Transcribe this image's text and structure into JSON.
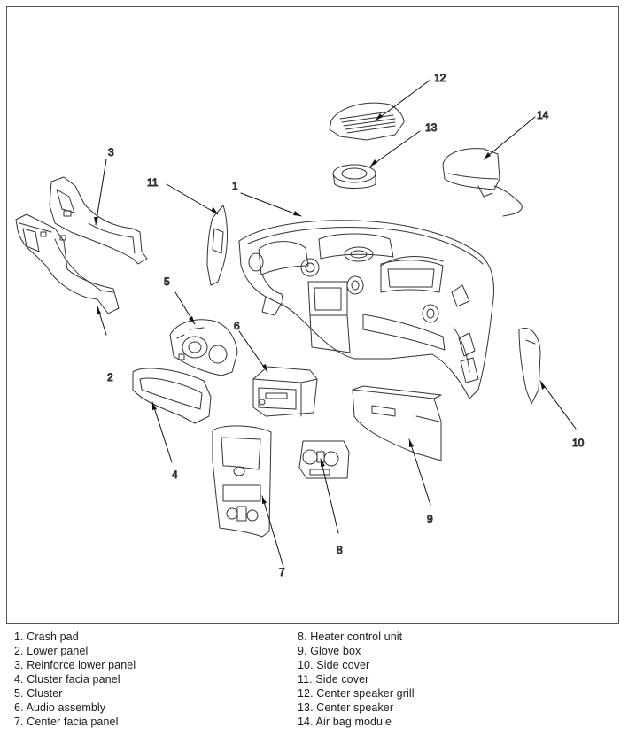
{
  "diagram": {
    "callouts": [
      "1",
      "2",
      "3",
      "4",
      "5",
      "6",
      "7",
      "8",
      "9",
      "10",
      "11",
      "12",
      "13",
      "14"
    ]
  },
  "legend": {
    "left": [
      "1. Crash pad",
      "2. Lower panel",
      "3. Reinforce lower panel",
      "4. Cluster facia panel",
      "5. Cluster",
      "6. Audio assembly",
      "7. Center facia panel"
    ],
    "right": [
      "8. Heater control unit",
      "9. Glove box",
      "10. Side cover",
      "11. Side cover",
      "12. Center speaker grill",
      "13. Center speaker",
      "14. Air bag module"
    ]
  }
}
